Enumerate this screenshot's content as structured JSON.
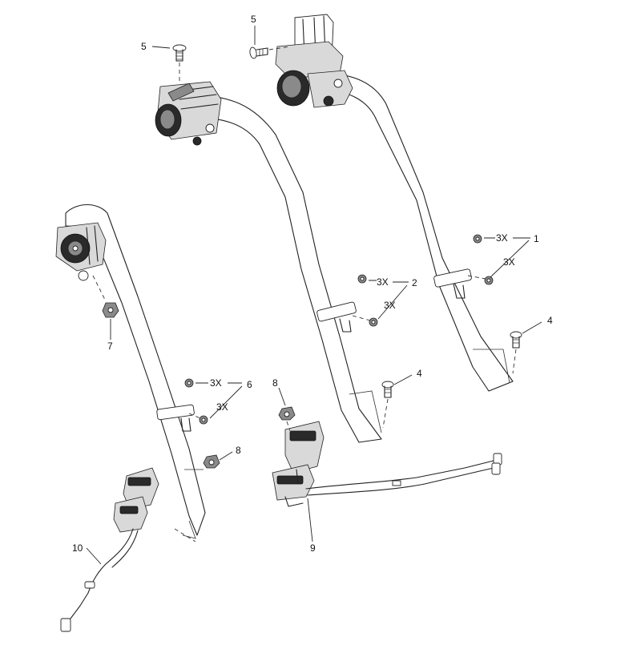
{
  "callouts": {
    "retractor_bolt_left": "5",
    "retractor_bolt_right": "5",
    "belt_assembly_right": "1",
    "belt_assembly_center": "2",
    "anchor_bolt_right": "4",
    "anchor_bolt_center": "4",
    "belt_assembly_left": "6",
    "nut_left_retractor": "7",
    "nut_left_anchor": "8",
    "nut_double_buckle": "8",
    "double_buckle": "9",
    "single_buckle": "10"
  },
  "quantity_labels": {
    "right_upper": "3X",
    "right_lower": "3X",
    "center_upper": "3X",
    "center_lower": "3X",
    "left_upper": "3X",
    "left_lower": "3X"
  }
}
